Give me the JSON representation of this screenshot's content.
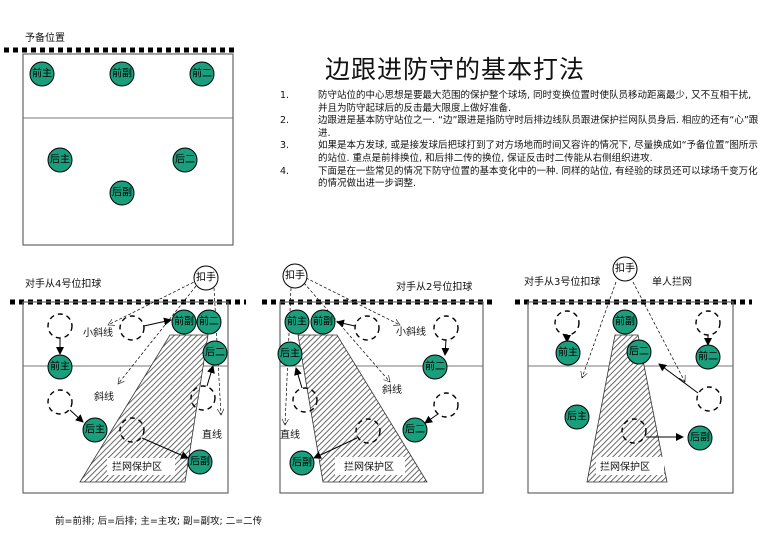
{
  "title": "边跟进防守的基本打法",
  "reserve_label": "予备位置",
  "notes": [
    {
      "num": "1.",
      "text": "防守站位的中心思想是要最大范围的保护整个球场, 同时变换位置时使队员移动距离最少, 又不互相干扰, 并且为防守起球后的反击最大限度上做好准备."
    },
    {
      "num": "2.",
      "text": "边跟进是基本防守站位之一. “边”跟进是指防守时后排边线队员跟进保护拦网队员身后. 相应的还有“心”跟进."
    },
    {
      "num": "3.",
      "text": "如果是本方发球, 或是接发球后把球打到了对方场地而时间又容许的情况下, 尽量换成如“予备位置”图所示的站位. 重点是前排换位, 和后排二传的换位, 保证反击时二传能从右侧组织进攻."
    },
    {
      "num": "4.",
      "text": "下面是在一些常见的情况下防守位置的基本变化中的一种. 同样的站位, 有经验的球员还可以球场千变万化的情况做出进一步调整."
    }
  ],
  "players": {
    "qz": "前主",
    "qf": "前副",
    "qe": "前二",
    "hz": "后主",
    "hf": "后副",
    "he": "后二",
    "spiker": "扣手"
  },
  "zone_label": "拦网保护区",
  "diagram1": {
    "caption": "对手从4号位扣球",
    "small_cross": "小斜线",
    "cross": "斜线",
    "line": "直线"
  },
  "diagram2": {
    "caption": "对手从2号位扣球",
    "small_cross": "小斜线",
    "cross": "斜线",
    "line": "直线"
  },
  "diagram3": {
    "caption": "对手从3号位扣球",
    "block": "单人拦网"
  },
  "legend": "前=前排; 后=后排; 主=主攻; 副=副攻; 二=二传",
  "colors": {
    "player": "#1a9e7c"
  }
}
